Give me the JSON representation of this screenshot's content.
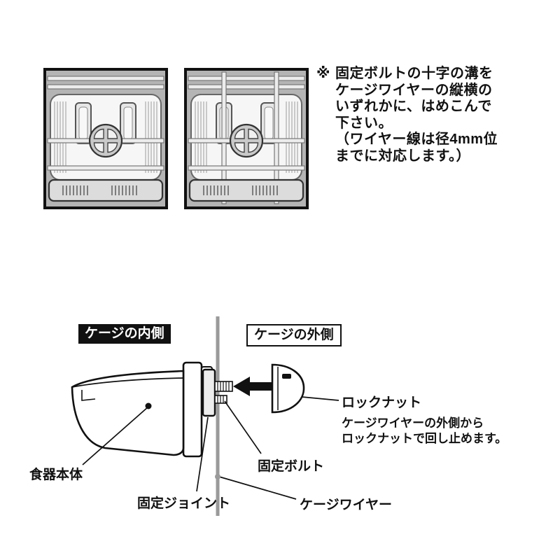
{
  "colors": {
    "illustration_background": "#b4b4b4",
    "wire_gray": "#9a9a9a",
    "outline_black": "#111111"
  },
  "note": {
    "marker": "※",
    "lines": [
      "固定ボルトの十字の溝を",
      "ケージワイヤーの縦横の",
      "いずれかに、はめこんで",
      "下さい。",
      "（ワイヤー線は径4mm位",
      "までに対応します。）"
    ]
  },
  "diagram": {
    "cage_inside_label": "ケージの内側",
    "cage_outside_label": "ケージの外側",
    "lock_nut_label": "ロックナット",
    "lock_nut_note_lines": [
      "ケージワイヤーの外側から",
      "ロックナットで回し止めます。"
    ],
    "bowl_label": "食器本体",
    "bolt_label": "固定ボルト",
    "joint_label": "固定ジョイント",
    "wire_label": "ケージワイヤー"
  },
  "icons": {
    "arrow_left": "◀",
    "bolt_cross_groove": "✚"
  }
}
